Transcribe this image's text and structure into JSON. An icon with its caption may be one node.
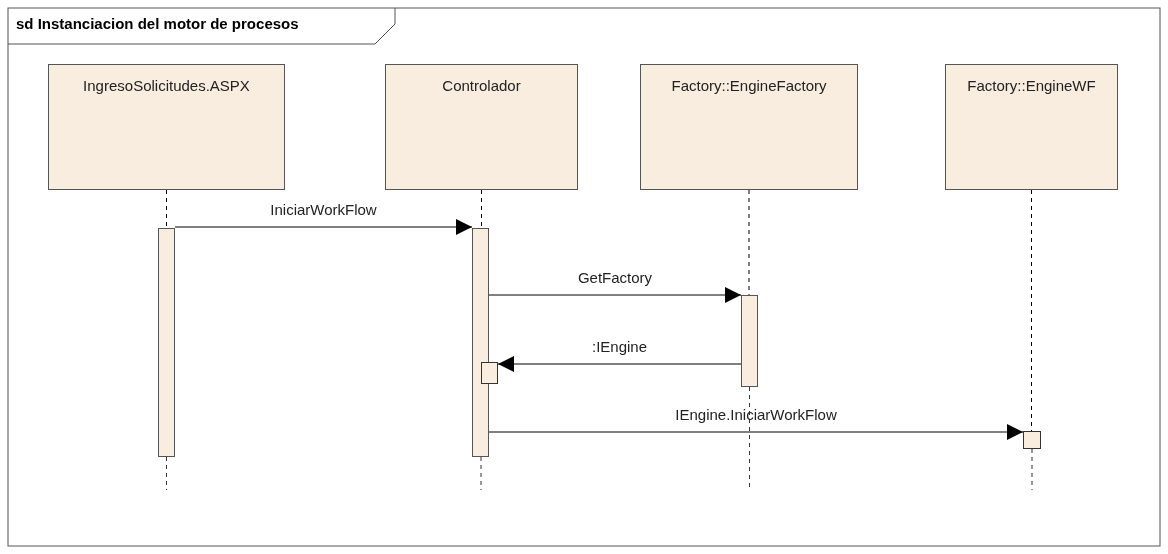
{
  "diagram": {
    "title": "sd Instanciacion del motor de procesos",
    "nodes": [
      {
        "text": [
          "IngresoSolicitudes.ASPX"
        ]
      },
      {
        "text": [
          "Controlador"
        ]
      },
      {
        "text": [
          "Factory::EngineFactory"
        ]
      },
      {
        "text": [
          "Factory::EngineWF"
        ]
      },
      {
        "text": [],
        "shape": "bar"
      },
      {
        "text": [],
        "shape": "bar"
      },
      {
        "text": [],
        "shape": "bar"
      },
      {
        "text": [],
        "shape": "box"
      },
      {
        "text": [],
        "shape": "box"
      }
    ],
    "edges": [
      {
        "from": 0,
        "to": 4,
        "arrow": "none",
        "style": "dashed"
      },
      {
        "from": 1,
        "to": 5,
        "arrow": "none",
        "style": "dashed"
      },
      {
        "from": 2,
        "to": 6,
        "arrow": "none",
        "style": "dashed"
      },
      {
        "from": 3,
        "to": 8,
        "arrow": "none",
        "style": "dashed"
      },
      {
        "from": 4,
        "to": 5,
        "arrow": "to",
        "label": "IniciarWorkFlow"
      },
      {
        "from": 5,
        "to": 6,
        "arrow": "to",
        "label": "GetFactory"
      },
      {
        "from": 6,
        "to": 7,
        "arrow": "to",
        "label": ":IEngine"
      },
      {
        "from": 5,
        "to": 8,
        "arrow": "to",
        "label": "IEngine.IniciarWorkFlow"
      }
    ]
  }
}
